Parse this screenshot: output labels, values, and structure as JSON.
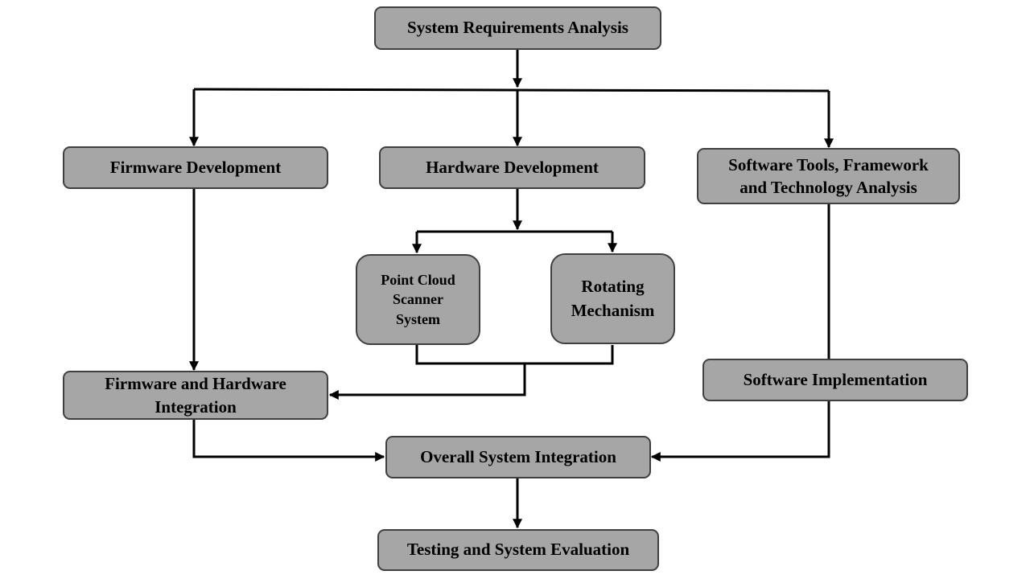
{
  "nodes": {
    "requirements": "System Requirements Analysis",
    "firmware": "Firmware Development",
    "hardware": "Hardware Development",
    "software_tools": "Software Tools, Framework\nand Technology Analysis",
    "point_cloud": "Point Cloud\nScanner\nSystem",
    "rotating": "Rotating\nMechanism",
    "fw_hw_integration": "Firmware and Hardware\nIntegration",
    "software_impl": "Software Implementation",
    "overall": "Overall System Integration",
    "testing": "Testing and System Evaluation"
  },
  "colors": {
    "box_fill": "#a6a6a6",
    "box_border": "#404040",
    "connector": "#000000"
  }
}
